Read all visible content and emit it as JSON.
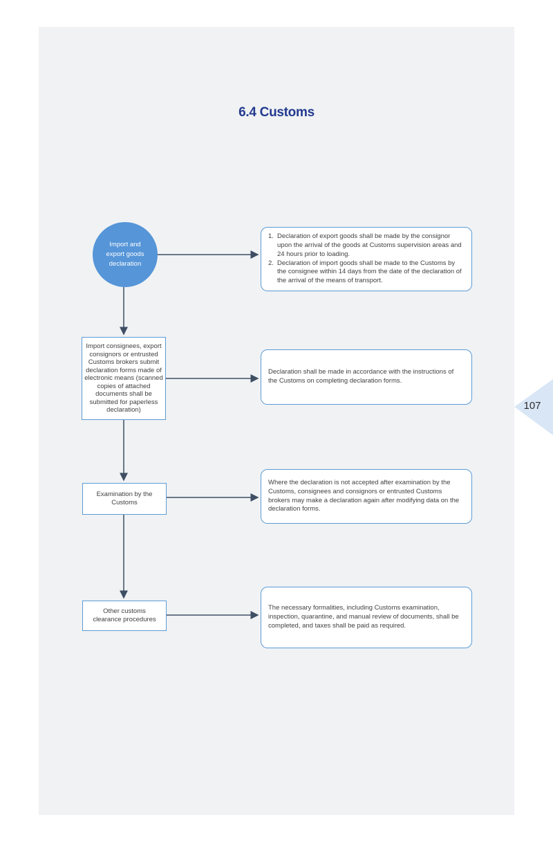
{
  "page": {
    "title": "6.4 Customs",
    "page_number": "107"
  },
  "colors": {
    "accent_blue": "#5b9bd5",
    "circle_fill": "#5595d8",
    "title_blue": "#233a8f",
    "arrow": "#3e4e63",
    "body_text": "#3f3f3f",
    "page_bg": "#f0f2f4",
    "tab_triangle": "#d9e6f5"
  },
  "flowchart": {
    "nodes": [
      {
        "id": "import-export-declaration",
        "shape": "circle",
        "label": "Import and export goods declaration"
      },
      {
        "id": "submit-declaration-forms",
        "shape": "rect",
        "label": "Import consignees, export consignors or entrusted Customs brokers submit declaration forms made of electronic means (scanned copies of attached documents shall be submitted for paperless declaration)"
      },
      {
        "id": "examination-by-customs",
        "shape": "rect",
        "label": "Examination by the Customs"
      },
      {
        "id": "other-clearance-procedures",
        "shape": "rect",
        "label": "Other customs clearance procedures"
      }
    ],
    "notes": [
      {
        "id": "declaration-deadlines",
        "items": [
          {
            "num": "1.",
            "text": "Declaration of export goods shall be made by the consignor upon the arrival of the goods at Customs supervision areas and 24 hours prior to loading."
          },
          {
            "num": "2.",
            "text": "Declaration of import goods shall be made to the Customs by the consignee within 14 days from the date of the declaration of the arrival of the means of transport."
          }
        ]
      },
      {
        "id": "declaration-instructions",
        "text": "Declaration shall be made in accordance with the instructions of the Customs on completing declaration forms."
      },
      {
        "id": "declaration-not-accepted",
        "text": "Where the declaration is not accepted after examination by the Customs, consignees and consignors or entrusted Customs brokers may make a declaration again after modifying data on the declaration forms."
      },
      {
        "id": "other-formalities",
        "text": "The necessary formalities, including Customs examination, inspection, quarantine, and manual review of documents, shall be completed, and taxes shall be paid as required."
      }
    ]
  }
}
